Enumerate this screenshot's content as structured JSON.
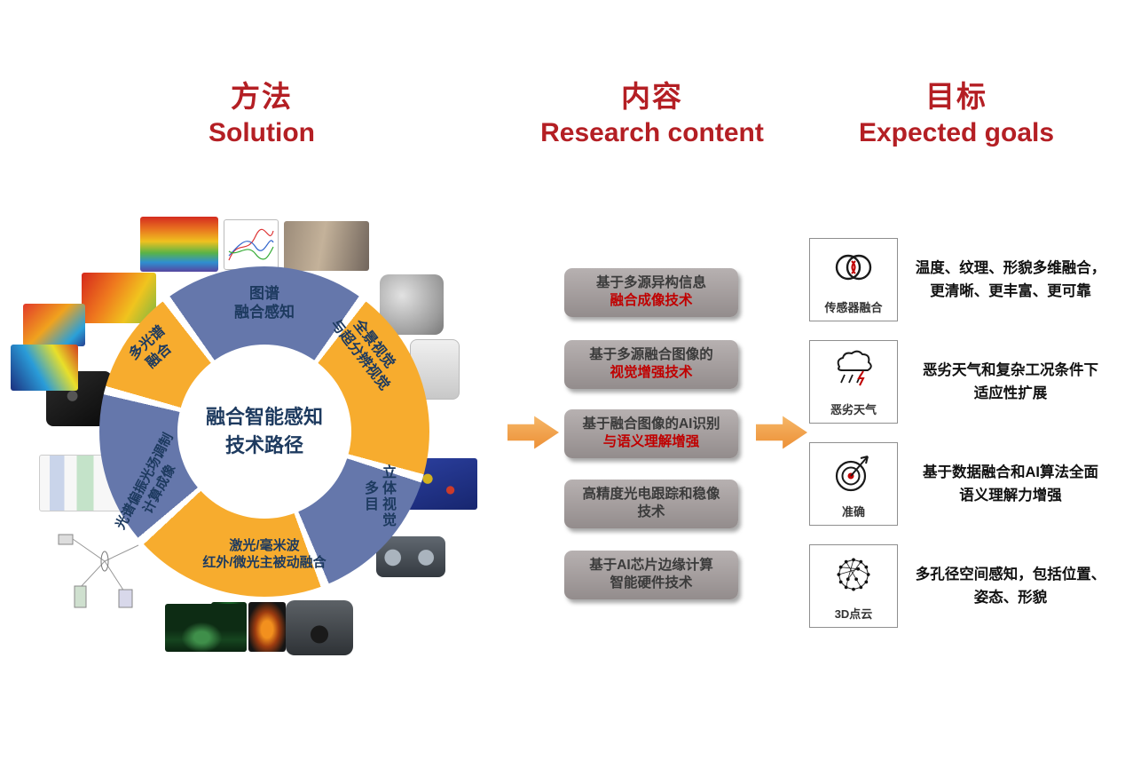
{
  "colors": {
    "accent_red": "#b41f24",
    "ring_blue": "#6577ab",
    "ring_yellow": "#f7ac2e",
    "arrow_orange": "#ec8d33",
    "highlight_red": "#c00000",
    "label_navy": "#1d3a5f"
  },
  "headers": {
    "solution_zh": "方法",
    "solution_en": "Solution",
    "content_zh": "内容",
    "content_en": "Research content",
    "goals_zh": "目标",
    "goals_en": "Expected goals"
  },
  "wheel": {
    "center_line1": "融合智能感知",
    "center_line2": "技术路径",
    "segments": [
      {
        "line1": "图谱",
        "line2": "融合感知"
      },
      {
        "line1": "全景视觉",
        "line2": "与超分辨视觉"
      },
      {
        "line1": "多目",
        "line2": "立体视觉"
      },
      {
        "line1": "激光/毫米波",
        "line2": "红外/微光主被动融合"
      },
      {
        "line1": "光谱偏振光场调制",
        "line2": "计算成像"
      },
      {
        "line1": "多光谱",
        "line2": "融合"
      }
    ]
  },
  "research": [
    {
      "line1": "基于多源异构信息",
      "line2": "融合成像技术"
    },
    {
      "line1": "基于多源融合图像的",
      "line2": "视觉增强技术"
    },
    {
      "line1": "基于融合图像的AI识别",
      "line2": "与语义理解增强"
    },
    {
      "line1": "高精度光电跟踪和稳像",
      "line2": "技术"
    },
    {
      "line1": "基于AI芯片边缘计算",
      "line2": "智能硬件技术"
    }
  ],
  "goals": [
    {
      "label": "传感器融合",
      "line1": "温度、纹理、形貌多维融合，",
      "line2": "更清晰、更丰富、更可靠"
    },
    {
      "label": "恶劣天气",
      "line1": "恶劣天气和复杂工况条件下",
      "line2": "适应性扩展"
    },
    {
      "label": "准确",
      "line1": "基于数据融合和AI算法全面",
      "line2": "语义理解力增强"
    },
    {
      "label": "3D点云",
      "line1": "多孔径空间感知，包括位置、",
      "line2": "姿态、形貌"
    }
  ]
}
